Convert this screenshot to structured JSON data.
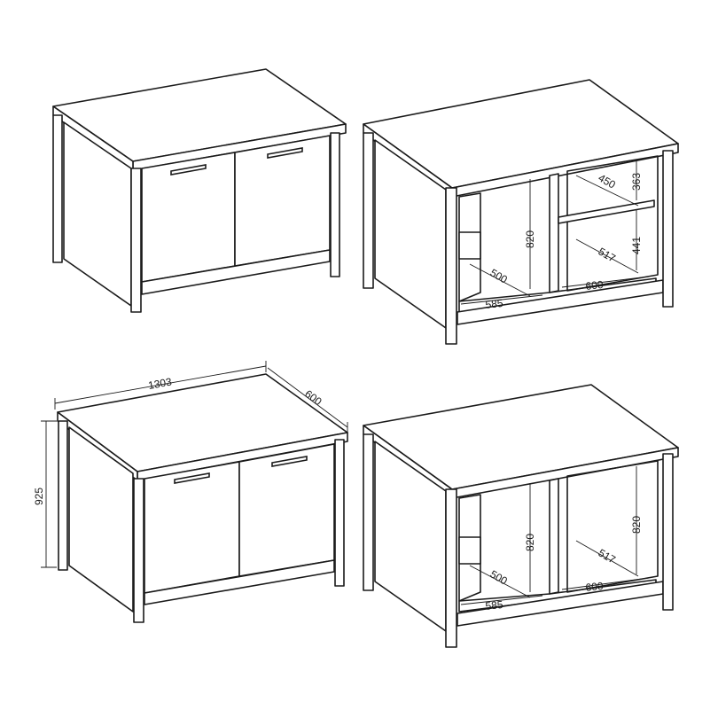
{
  "drawings": [
    {
      "id": "closed-view",
      "labels": []
    },
    {
      "id": "open-view-shelf",
      "labels": {
        "depth_left": "500",
        "width_left": "585",
        "height_left": "820",
        "shelf_depth": "450",
        "upper_height": "363",
        "lower_height": "441",
        "depth_right": "517",
        "width_right": "600"
      }
    },
    {
      "id": "overall-dimensions",
      "labels": {
        "width": "1303",
        "depth": "600",
        "height": "925"
      }
    },
    {
      "id": "open-view-no-shelf",
      "labels": {
        "depth_left": "500",
        "width_left": "585",
        "height_left": "820",
        "height_right": "820",
        "depth_right": "517",
        "width_right": "600"
      }
    }
  ],
  "colors": {
    "line": "#1a1a1a",
    "background": "#ffffff"
  }
}
